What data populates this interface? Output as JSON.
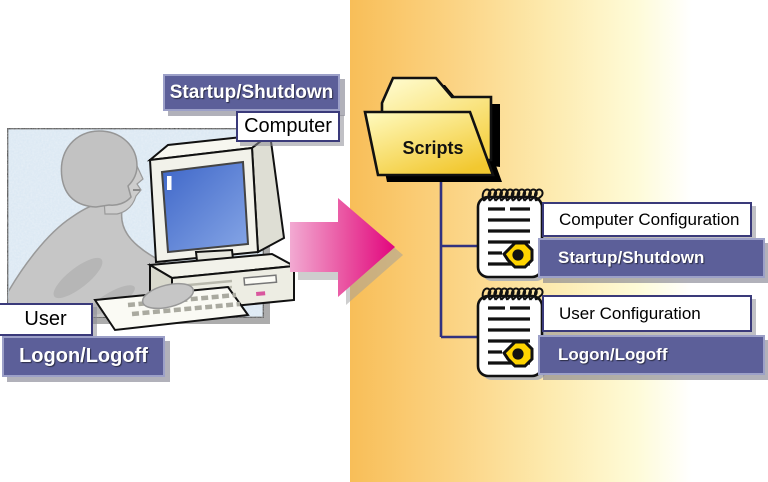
{
  "diagram": {
    "left": {
      "computer_callout": {
        "script_label": "Startup/Shutdown",
        "target_label": "Computer"
      },
      "user_callout": {
        "target_label": "User",
        "script_label": "Logon/Logoff"
      }
    },
    "folder_label": "Scripts",
    "script_entries": [
      {
        "configuration": "Computer Configuration",
        "script_type": "Startup/Shutdown"
      },
      {
        "configuration": "User Configuration",
        "script_type": "Logon/Logoff"
      }
    ],
    "icons": {
      "person": "person-at-computer-illustration",
      "arrow": "right-arrow-icon",
      "folder": "folder-icon",
      "notepad": "script-notepad-icon",
      "gear": "gear-octagon-icon"
    },
    "colors": {
      "callout_purple": "#5C5F99",
      "callout_border_light": "#9CA0C8",
      "white_box_border": "#3A3A7A",
      "band_left": "#F8BE58",
      "band_right": "#FFFFFF",
      "folder_yellow": "#F3C93A",
      "folder_yellow_light": "#FFFBC0",
      "arrow_magenta": "#E2067E",
      "arrow_pink": "#F0A6D0",
      "connector_navy": "#32327F",
      "screen_blue": "#4A72CC",
      "octagon_yellow": "#FFD400",
      "sketch_background": "#D8E6F2"
    }
  }
}
